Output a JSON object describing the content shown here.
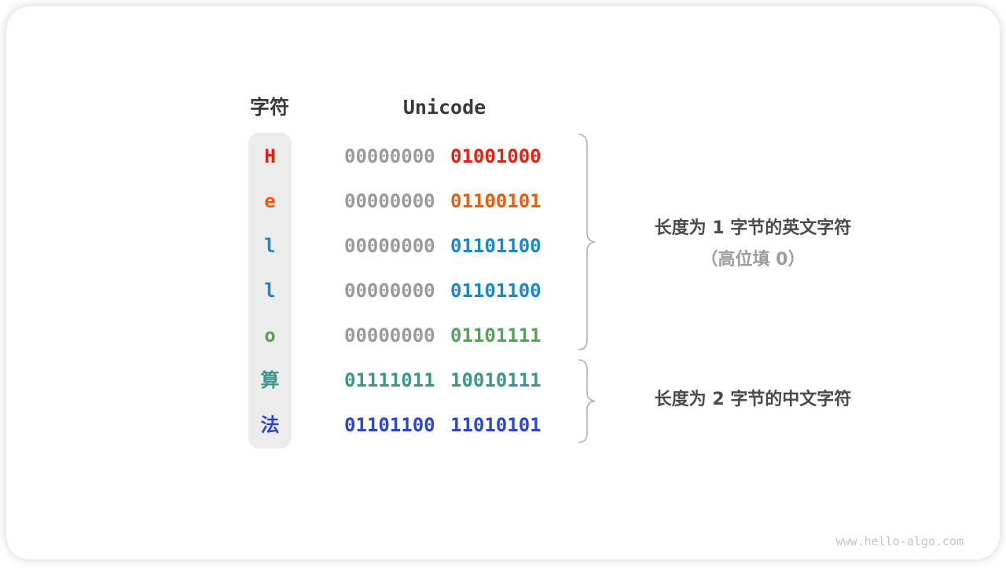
{
  "header": {
    "char_label": "字符",
    "unicode_label": "Unicode"
  },
  "palette": {
    "red": "#e8200d",
    "orange": "#ee5b0e",
    "azure": "#1887d2",
    "green": "#57a15b",
    "teal": "#3b968c",
    "royal_blue": "#2b46d5",
    "gray_bits": "#9a9a9a",
    "char_col_bg": "#ececec",
    "brace": "#b0b0b0"
  },
  "rows": [
    {
      "char": "H",
      "char_color": "#e8200d",
      "byte1": "00000000",
      "byte1_color": "#9a9a9a",
      "byte2": "01001000",
      "byte2_color": "#e8200d"
    },
    {
      "char": "e",
      "char_color": "#ee5b0e",
      "byte1": "00000000",
      "byte1_color": "#9a9a9a",
      "byte2": "01100101",
      "byte2_color": "#ee5b0e"
    },
    {
      "char": "l",
      "char_color": "#1887d2",
      "byte1": "00000000",
      "byte1_color": "#9a9a9a",
      "byte2": "01101100",
      "byte2_color": "#1887d2"
    },
    {
      "char": "l",
      "char_color": "#1887d2",
      "byte1": "00000000",
      "byte1_color": "#9a9a9a",
      "byte2": "01101100",
      "byte2_color": "#1887d2"
    },
    {
      "char": "o",
      "char_color": "#57a15b",
      "byte1": "00000000",
      "byte1_color": "#9a9a9a",
      "byte2": "01101111",
      "byte2_color": "#57a15b"
    },
    {
      "char": "算",
      "char_color": "#3b968c",
      "byte1": "01111011",
      "byte1_color": "#3b968c",
      "byte2": "10010111",
      "byte2_color": "#3b968c"
    },
    {
      "char": "法",
      "char_color": "#2b46d5",
      "byte1": "01101100",
      "byte1_color": "#2b46d5",
      "byte2": "11010101",
      "byte2_color": "#2b46d5"
    }
  ],
  "annotations": [
    {
      "line1": "长度为 1 字节的英文字符",
      "line2": "（高位填 0）"
    },
    {
      "line1": "长度为 2 字节的中文字符"
    }
  ],
  "watermark": "www.hello-algo.com"
}
